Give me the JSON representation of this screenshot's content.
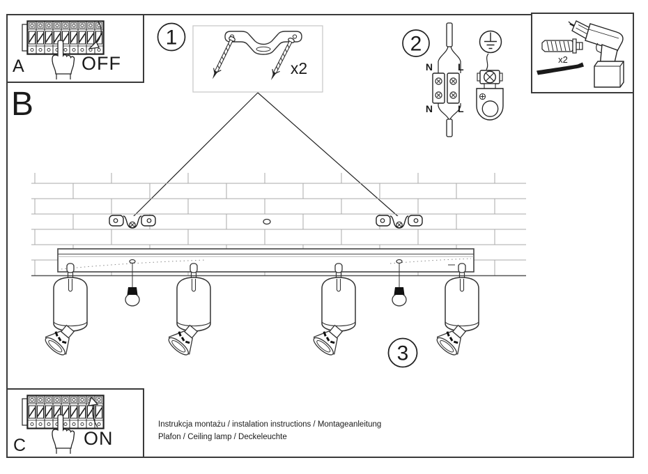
{
  "document": {
    "footer_line1": "Instrukcja montażu / instalation instructions / Montageanleitung",
    "footer_line2": "Plafon / Ceiling lamp / Deckeleuchte"
  },
  "steps": {
    "power_off": {
      "label": "A",
      "action": "OFF"
    },
    "mounting_section": {
      "label": "B"
    },
    "power_on": {
      "label": "C",
      "action": "ON"
    },
    "step1": {
      "number": "1",
      "quantity": "x2"
    },
    "step2": {
      "number": "2",
      "wire_top_left": "N",
      "wire_top_right": "L",
      "wire_bottom_left": "N",
      "wire_bottom_right": "L"
    },
    "step3": {
      "number": "3"
    },
    "tools": {
      "quantity": "x2"
    }
  },
  "colors": {
    "line": "#222222",
    "brick_line": "#a8a8a8",
    "border": "#3a3a3a",
    "background": "#ffffff"
  }
}
